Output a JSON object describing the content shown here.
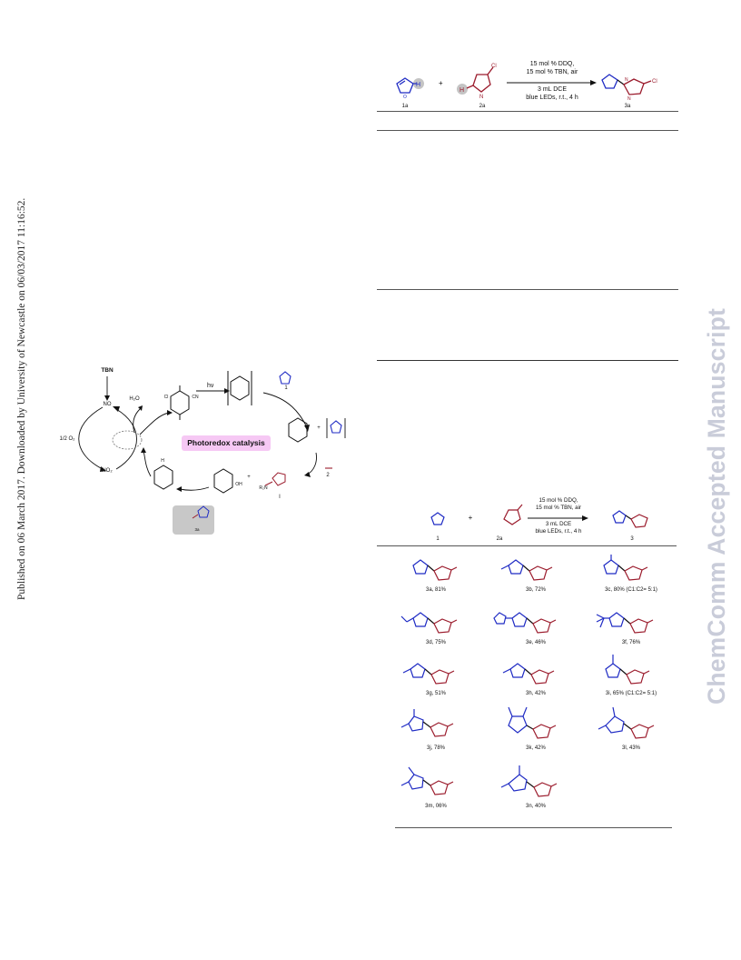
{
  "sidebar": {
    "published_line": "Published on 06 March 2017. Downloaded by University of Newcastle on 06/03/2017 11:16:52."
  },
  "watermark": {
    "text": "ChemComm Accepted Manuscript"
  },
  "scheme1": {
    "conditions": [
      "15 mol % DDQ,",
      "15 mol % TBN, air",
      "3 mL DCE",
      "blue LEDs, r.t., 4 h"
    ],
    "labels": {
      "reactant1": "1a",
      "reactant2": "2a",
      "product": "3a"
    },
    "plus": "+",
    "atom_labels": {
      "cl": "Cl",
      "n": "N",
      "h": "H",
      "o": "O"
    }
  },
  "mechanism": {
    "tbn": "TBN",
    "no": "NO",
    "no2": "NO₂",
    "h2o": "H₂O",
    "half_o2": "1/2 O₂",
    "hv": "hν",
    "photoredox_label": "Photoredox catalysis",
    "labels": {
      "reactant1": "1",
      "reactant2": "2",
      "intermediate": "I",
      "product": "3a"
    },
    "rn": "R₂N",
    "h": "H",
    "cl": "Cl",
    "cn": "CN",
    "o": "O",
    "oh": "OH",
    "plus": "+"
  },
  "scheme2": {
    "conditions": [
      "15 mol % DDQ,",
      "15 mol % TBN, air",
      "3 mL DCE",
      "blue LEDs, r.t., 4 h"
    ],
    "labels": {
      "reactant1": "1",
      "reactant2": "2a",
      "product": "3"
    },
    "plus": "+",
    "products": [
      {
        "label": "3a, 81%"
      },
      {
        "label": "3b, 72%"
      },
      {
        "label": "3c, 80% (C1:C2= 5:1)"
      },
      {
        "label": "3d, 75%"
      },
      {
        "label": "3e, 46%"
      },
      {
        "label": "3f, 76%"
      },
      {
        "label": "3g, 51%"
      },
      {
        "label": "3h, 42%"
      },
      {
        "label": "3i, 65% (C1:C2= 5:1)"
      },
      {
        "label": "3j, 78%"
      },
      {
        "label": "3k, 42%"
      },
      {
        "label": "3l, 43%"
      },
      {
        "label": "3m, 06%"
      },
      {
        "label": "3n, 40%"
      }
    ]
  },
  "colors": {
    "blue": "#1f2bc4",
    "red": "#9b1b2c",
    "watermark": "#c9ccd9",
    "pink": "#f6c8f4"
  }
}
